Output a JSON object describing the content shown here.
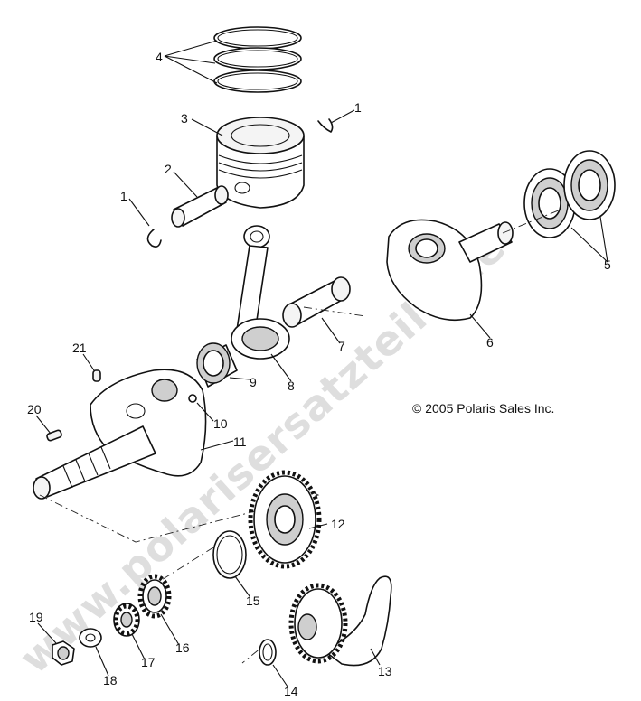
{
  "callouts": {
    "n1": "1",
    "n2": "2",
    "n3": "3",
    "n4": "4",
    "n5": "5",
    "n6": "6",
    "n7": "7",
    "n8": "8",
    "n9": "9",
    "n10": "10",
    "n11": "11",
    "n12": "12",
    "n13": "13",
    "n14": "14",
    "n15": "15",
    "n16": "16",
    "n17": "17",
    "n18": "18",
    "n19": "19",
    "n20": "20",
    "n21": "21"
  },
  "copyright": "© 2005 Polaris Sales Inc.",
  "watermark": "www.polarisersatzteile.de",
  "colors": {
    "line": "#111111",
    "watermark": "#d9d9d9",
    "background": "#ffffff"
  }
}
